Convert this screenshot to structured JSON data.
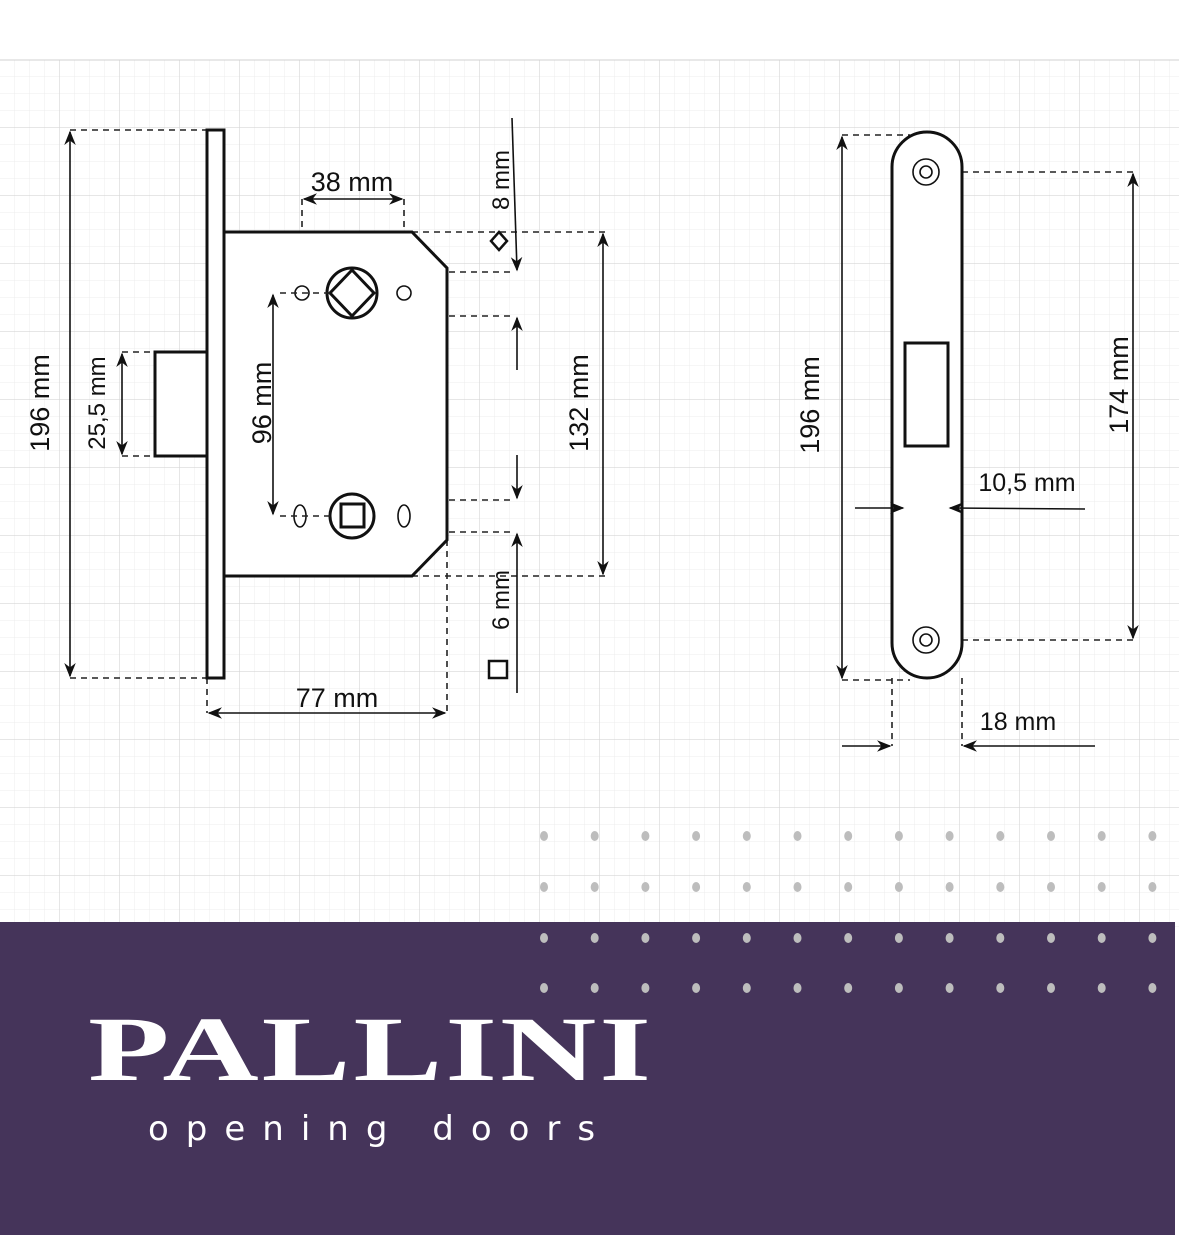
{
  "left_view": {
    "total_height": "196 mm",
    "latch_height": "25,5 mm",
    "backset": "38 mm",
    "spindle_square": "8 mm",
    "handle_cylinder_distance": "96 mm",
    "body_height": "132 mm",
    "cylinder_square": "6 mm",
    "body_depth": "77 mm"
  },
  "right_view": {
    "total_height": "196 mm",
    "screw_distance": "174 mm",
    "latch_width": "10,5 mm",
    "faceplate_width": "18 mm"
  },
  "brand": {
    "name": "PALLINI",
    "tagline": "opening doors",
    "panel_color": "#45345a",
    "dot_color": "#bdbdbd"
  }
}
